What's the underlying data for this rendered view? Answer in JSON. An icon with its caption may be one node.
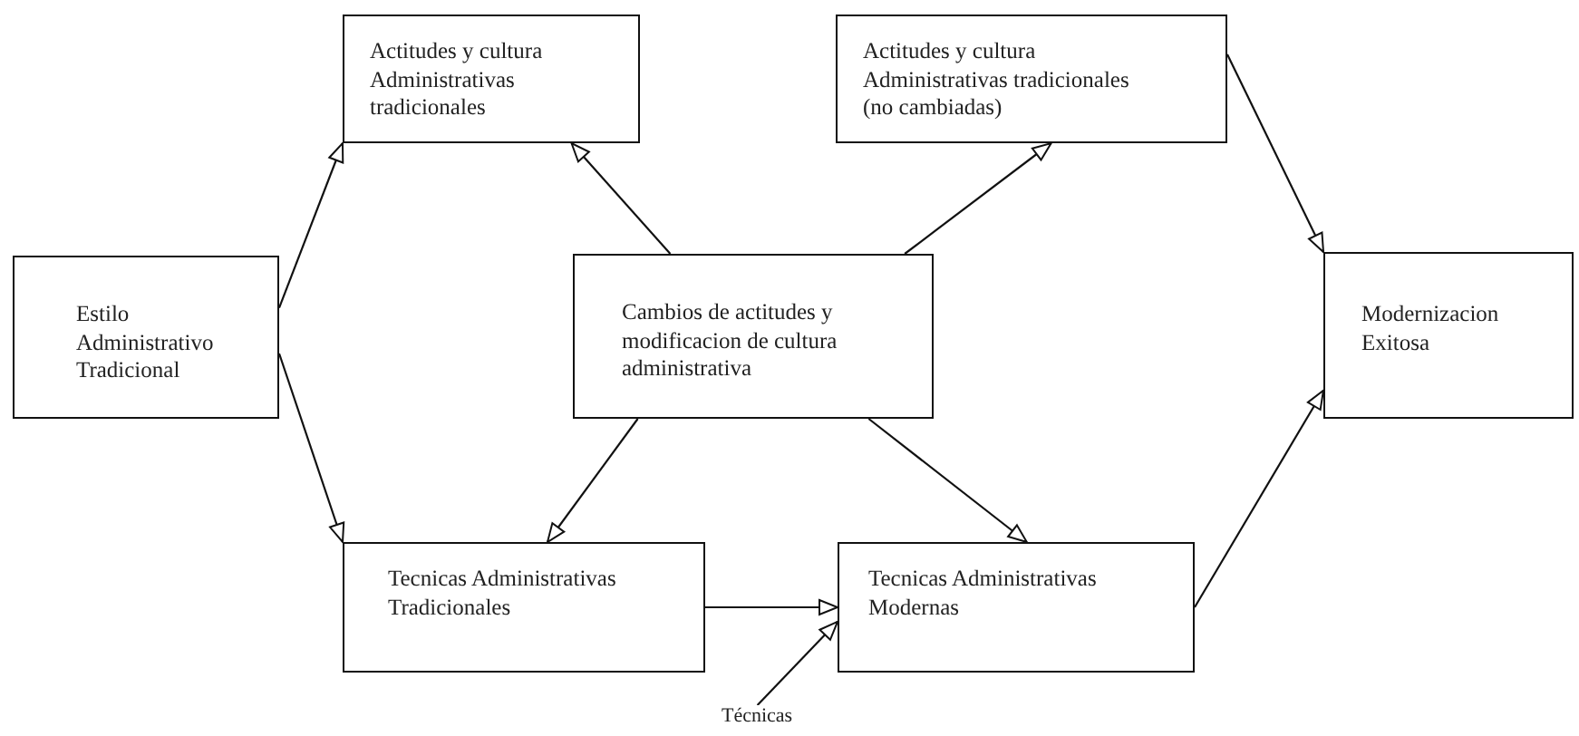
{
  "diagram": {
    "nodes": [
      {
        "text": [
          "Estilo Administrativo Tradicional"
        ]
      },
      {
        "text": [
          "Actitudes y cultura Administrativas tradicionales"
        ]
      },
      {
        "text": [
          "Actitudes y cultura Administrativas tradicionales (no cambiadas)"
        ]
      },
      {
        "text": [
          "Cambios de actitudes y modificacion de cultura administrativa"
        ]
      },
      {
        "text": [
          "Modernizacion Exitosa"
        ]
      },
      {
        "text": [
          "Tecnicas Administrativas Tradicionales"
        ]
      },
      {
        "text": [
          "Tecnicas Administrativas Modernas"
        ]
      },
      {
        "text": [
          "Técnicas"
        ]
      }
    ],
    "edges": [
      {
        "from": 0,
        "to": 1,
        "arrow": "to"
      },
      {
        "from": 0,
        "to": 5,
        "arrow": "to"
      },
      {
        "from": 3,
        "to": 1,
        "arrow": "to"
      },
      {
        "from": 3,
        "to": 2,
        "arrow": "to"
      },
      {
        "from": 2,
        "to": 4,
        "arrow": "to"
      },
      {
        "from": 3,
        "to": 5,
        "arrow": "to"
      },
      {
        "from": 3,
        "to": 6,
        "arrow": "to"
      },
      {
        "from": 5,
        "to": 6,
        "arrow": "to"
      },
      {
        "from": 7,
        "to": 6,
        "arrow": "to"
      },
      {
        "from": 6,
        "to": 4,
        "arrow": "to"
      }
    ]
  }
}
